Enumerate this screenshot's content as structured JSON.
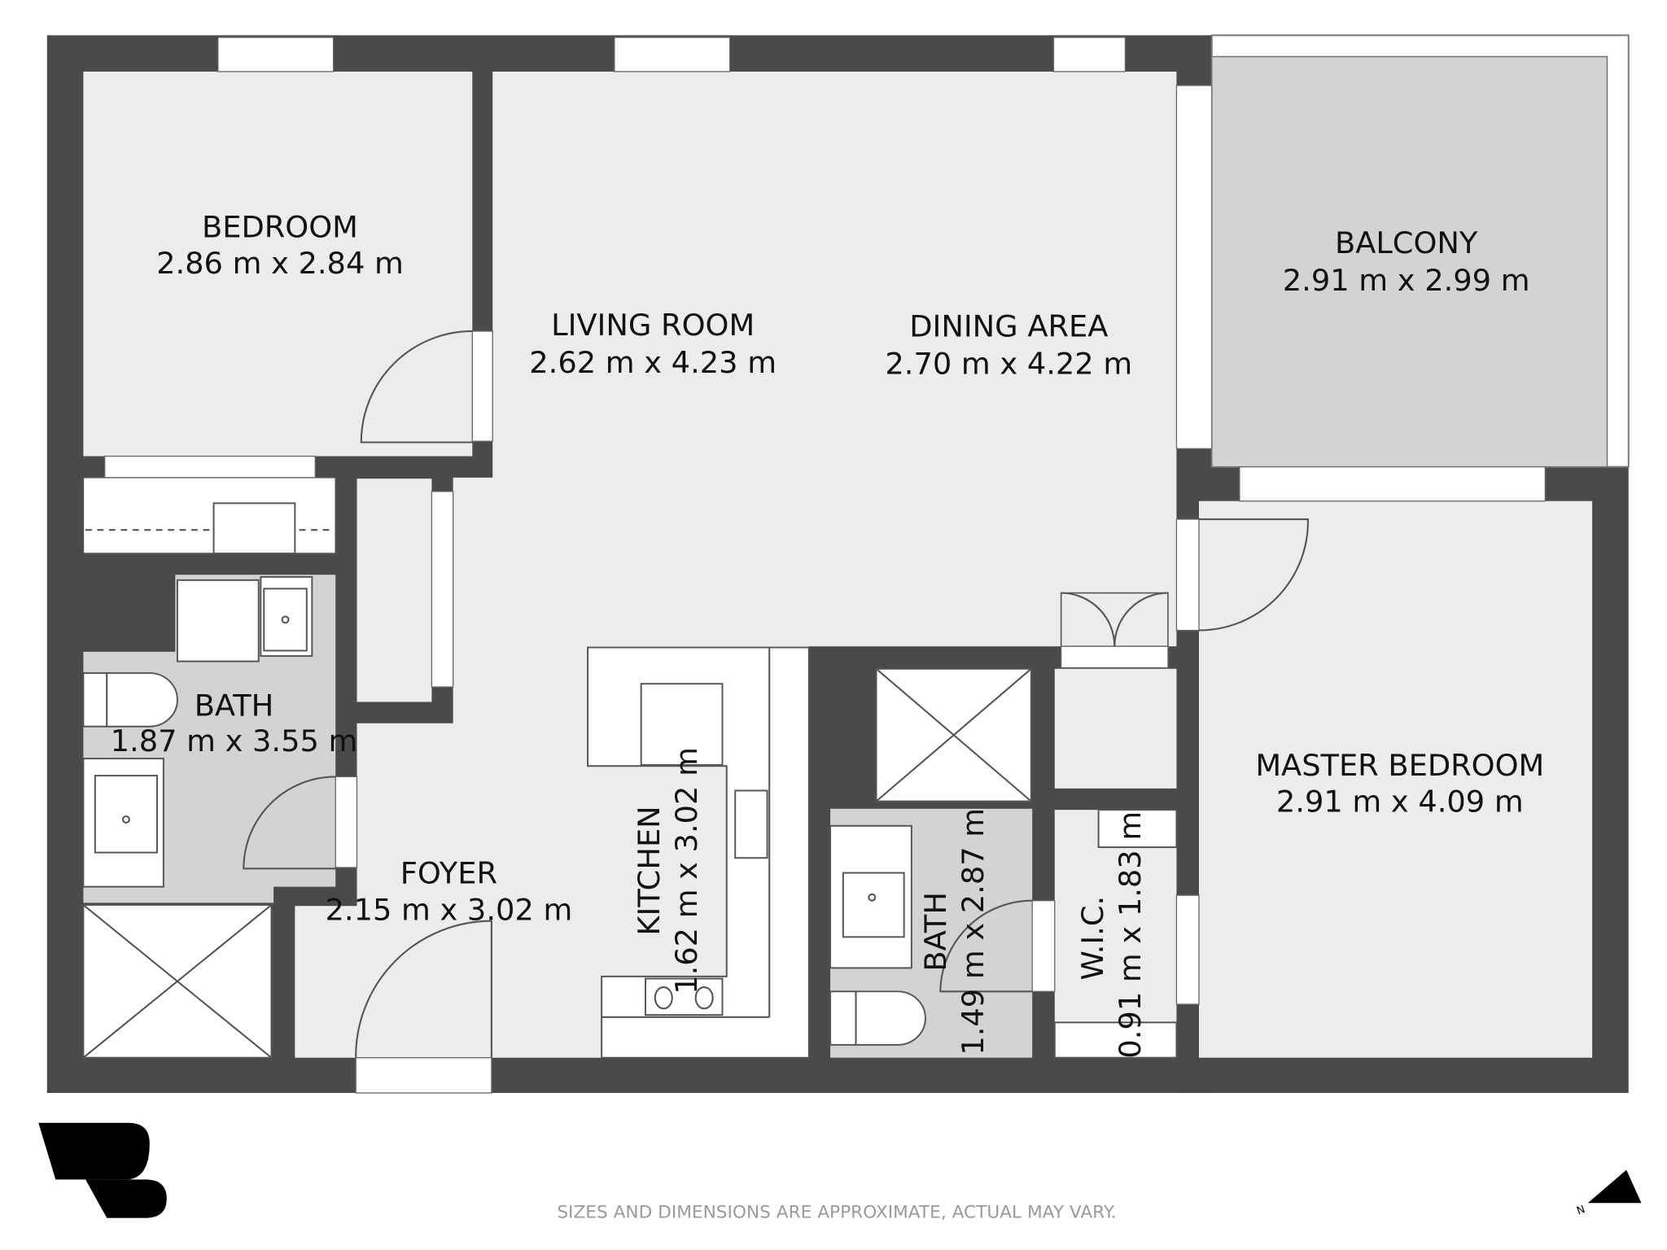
{
  "rooms": {
    "bedroom": {
      "name": "BEDROOM",
      "size": "2.86 m x 2.84 m"
    },
    "living_room": {
      "name": "LIVING ROOM",
      "size": "2.62 m x 4.23 m"
    },
    "dining_area": {
      "name": "DINING AREA",
      "size": "2.70 m x 4.22 m"
    },
    "balcony": {
      "name": "BALCONY",
      "size": "2.91 m x 2.99 m"
    },
    "bath_1": {
      "name": "BATH",
      "size": "1.87 m x 3.55 m"
    },
    "foyer": {
      "name": "FOYER",
      "size": "2.15 m x 3.02 m"
    },
    "kitchen": {
      "name": "KITCHEN",
      "size": "1.62 m x 3.02 m"
    },
    "bath_2": {
      "name": "BATH",
      "size": "1.49 m x 2.87 m"
    },
    "wic": {
      "name": "W.I.C.",
      "size": "0.91 m x 1.83 m"
    },
    "master_bedroom": {
      "name": "MASTER BEDROOM",
      "size": "2.91 m x 4.09 m"
    }
  },
  "footer": {
    "disclaimer": "SIZES AND DIMENSIONS ARE APPROXIMATE, ACTUAL MAY VARY.",
    "compass_label": "N"
  },
  "colors": {
    "wall": "#4a4a4a",
    "floor": "#ececec",
    "wet_area": "#d3d3d3",
    "fixture": "#ffffff"
  }
}
